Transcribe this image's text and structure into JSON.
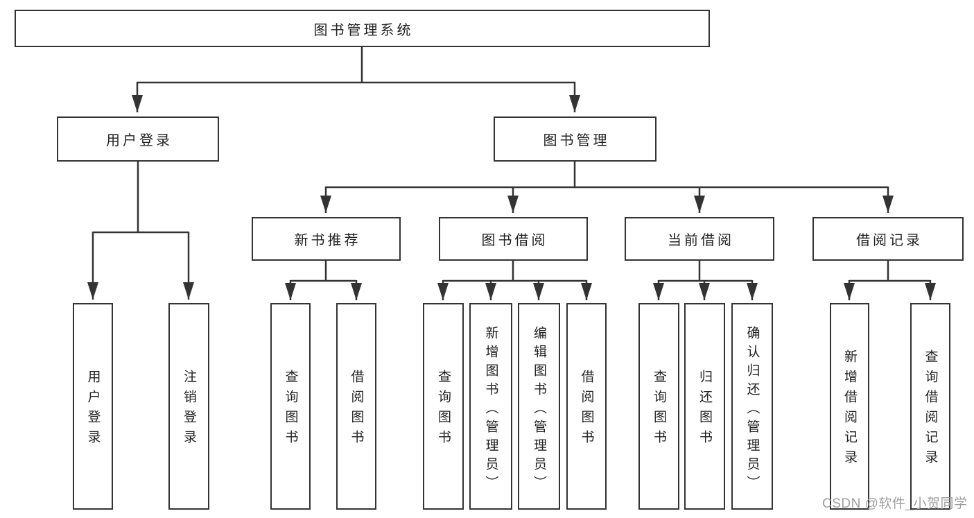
{
  "diagram": {
    "title": "图书管理系统",
    "level2": {
      "user_login": "用户登录",
      "book_management": "图书管理"
    },
    "level3": {
      "new_book_recommend": "新书推荐",
      "book_borrowing": "图书借阅",
      "current_borrowing": "当前借阅",
      "borrowing_records": "借阅记录"
    },
    "leaves": {
      "user_login": "用户登录",
      "logout": "注销登录",
      "nb_query_books": "查询图书",
      "nb_borrow_books": "借阅图书",
      "bb_query_books": "查询图书",
      "bb_add_books_admin": "新增图书（管理员）",
      "bb_edit_books_admin": "编辑图书（管理员）",
      "bb_borrow_books": "借阅图书",
      "cb_query_books": "查询图书",
      "cb_return_books": "归还图书",
      "cb_confirm_return_admin": "确认归还（管理员）",
      "br_add_record": "新增借阅记录",
      "br_query_record": "查询借阅记录"
    },
    "colors": {
      "line": "#333333",
      "box_border": "#333333",
      "box_fill": "#ffffff",
      "text": "#212121",
      "watermark": "#9e9e9e"
    },
    "watermark": "CSDN @软件_小贺同学"
  }
}
